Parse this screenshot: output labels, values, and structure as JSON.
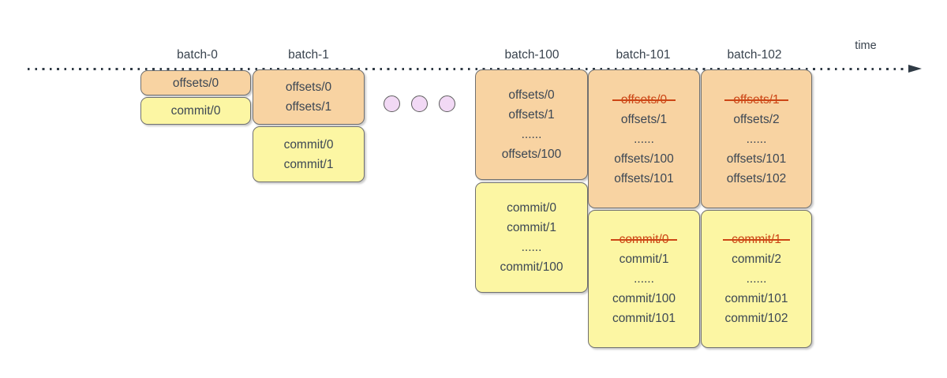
{
  "timeline": {
    "time_label": "time"
  },
  "ellipsis": {
    "dot_count": 3
  },
  "colors": {
    "offsets_box_fill": "#f8d3a2",
    "commit_box_fill": "#fcf6a3",
    "box_border": "#707070",
    "text": "#3c4754",
    "strikethrough_text": "#cc4515",
    "timeline": "#2f3a45",
    "ellipsis_dot_fill": "#f2d9f5",
    "ellipsis_dot_border": "#5d5d5d"
  },
  "batches": [
    {
      "label": "batch-0",
      "offsets_lines": [
        {
          "text": "offsets/0",
          "struck": false
        }
      ],
      "commit_lines": [
        {
          "text": "commit/0",
          "struck": false
        }
      ]
    },
    {
      "label": "batch-1",
      "offsets_lines": [
        {
          "text": "offsets/0",
          "struck": false
        },
        {
          "text": "offsets/1",
          "struck": false
        }
      ],
      "commit_lines": [
        {
          "text": "commit/0",
          "struck": false
        },
        {
          "text": "commit/1",
          "struck": false
        }
      ]
    },
    {
      "label": "batch-100",
      "offsets_lines": [
        {
          "text": "offsets/0",
          "struck": false
        },
        {
          "text": "offsets/1",
          "struck": false
        },
        {
          "text": "......",
          "struck": false
        },
        {
          "text": "offsets/100",
          "struck": false
        }
      ],
      "commit_lines": [
        {
          "text": "commit/0",
          "struck": false
        },
        {
          "text": "commit/1",
          "struck": false
        },
        {
          "text": "......",
          "struck": false
        },
        {
          "text": "commit/100",
          "struck": false
        }
      ]
    },
    {
      "label": "batch-101",
      "offsets_lines": [
        {
          "text": "offsets/0",
          "struck": true
        },
        {
          "text": "offsets/1",
          "struck": false
        },
        {
          "text": "......",
          "struck": false
        },
        {
          "text": "offsets/100",
          "struck": false
        },
        {
          "text": "offsets/101",
          "struck": false
        }
      ],
      "commit_lines": [
        {
          "text": "commit/0",
          "struck": true
        },
        {
          "text": "commit/1",
          "struck": false
        },
        {
          "text": "......",
          "struck": false
        },
        {
          "text": "commit/100",
          "struck": false
        },
        {
          "text": "commit/101",
          "struck": false
        }
      ]
    },
    {
      "label": "batch-102",
      "offsets_lines": [
        {
          "text": "offsets/1",
          "struck": true
        },
        {
          "text": "offsets/2",
          "struck": false
        },
        {
          "text": "......",
          "struck": false
        },
        {
          "text": "offsets/101",
          "struck": false
        },
        {
          "text": "offsets/102",
          "struck": false
        }
      ],
      "commit_lines": [
        {
          "text": "commit/1",
          "struck": true
        },
        {
          "text": "commit/2",
          "struck": false
        },
        {
          "text": "......",
          "struck": false
        },
        {
          "text": "commit/101",
          "struck": false
        },
        {
          "text": "commit/102",
          "struck": false
        }
      ]
    }
  ]
}
